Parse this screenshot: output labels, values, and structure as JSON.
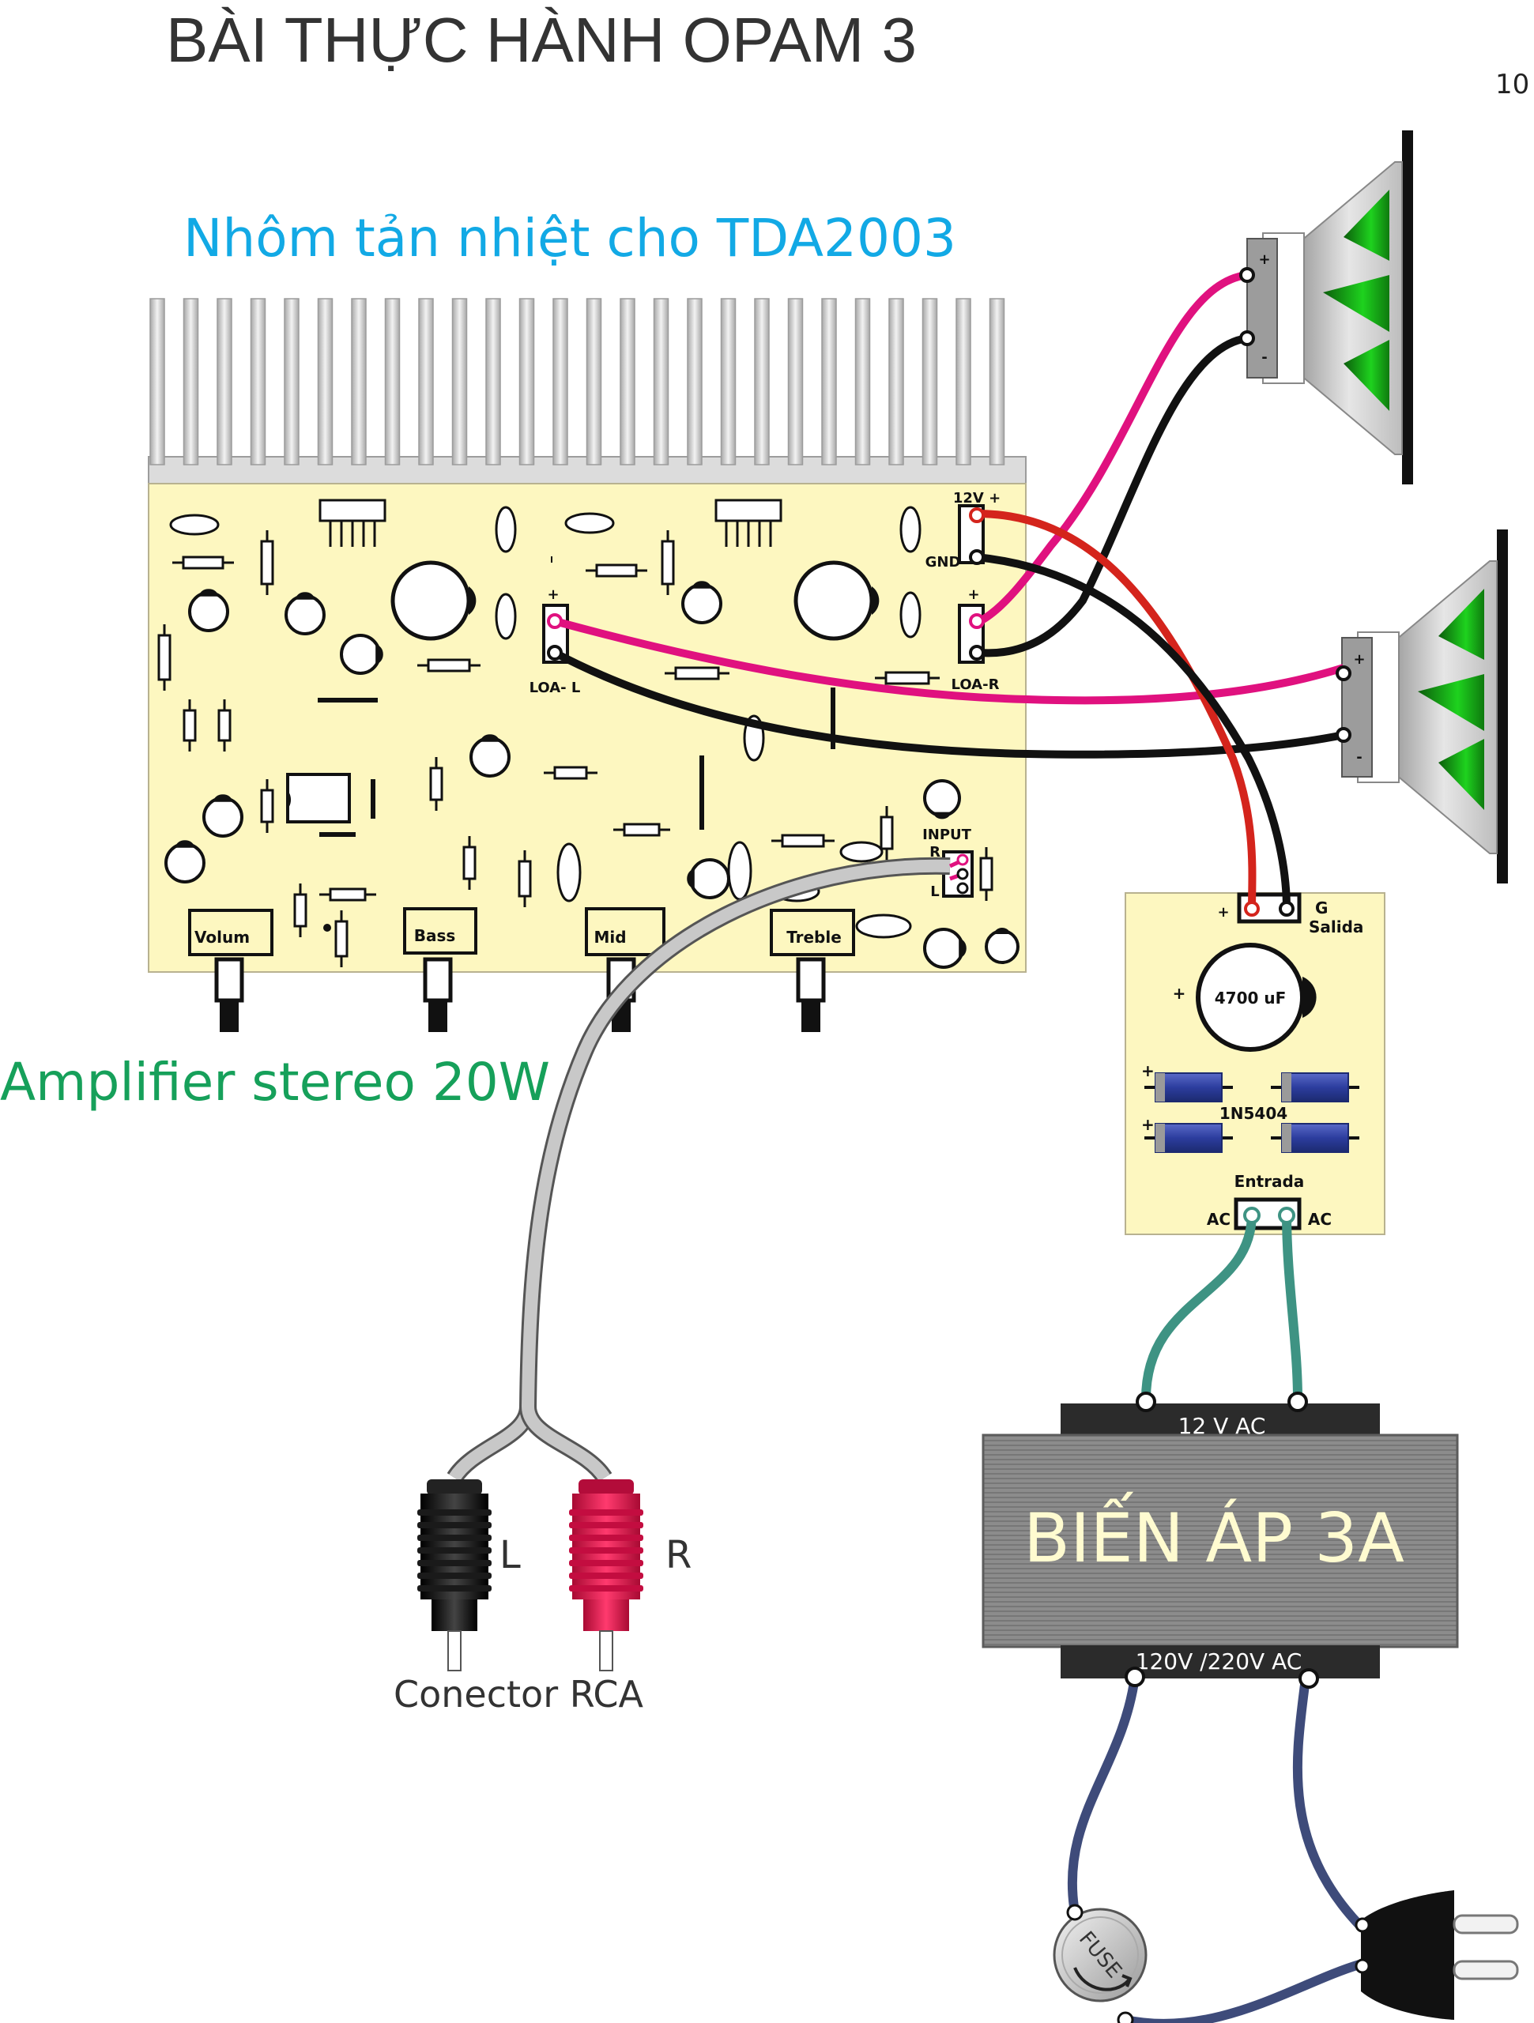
{
  "title": "BÀI THỰC HÀNH OPAM 3",
  "page_number": "10",
  "heatsink_label": "Nhôm tản nhiệt cho TDA2003",
  "amplifier_label": "Amplifier stereo 20W",
  "amp_board": {
    "power_top": "12V +",
    "gnd": "GND",
    "plus": "+",
    "loa_l": "LOA- L",
    "loa_r": "LOA-R",
    "input": "INPUT",
    "input_r": "R",
    "input_l": "L",
    "knobs": [
      "Volum",
      "Bass",
      "Mid",
      "Treble"
    ]
  },
  "speaker": {
    "plus": "+",
    "minus": "-"
  },
  "rca": {
    "left": "L",
    "right": "R",
    "caption": "Conector RCA"
  },
  "power_supply": {
    "plus": "+",
    "out_g": "G",
    "out_salida": "Salida",
    "capacitor": "4700 uF",
    "cap_plus": "+",
    "diode_plus": "+",
    "diode": "1N5404",
    "entrada": "Entrada",
    "ac_left": "AC",
    "ac_right": "AC"
  },
  "transformer": {
    "secondary": "12 V AC",
    "name": "BIẾN ÁP 3A",
    "primary": "120V /220V AC"
  },
  "fuse": "FUSE",
  "colors": {
    "board": "#fdf7c0",
    "heatsink": "#d9d9d9",
    "speaker_green": "#1ec81e",
    "wire_pink": "#e0117f",
    "wire_red": "#d4241c",
    "wire_black": "#111111",
    "wire_teal": "#3e9383",
    "wire_navy": "#3e4b7a",
    "rca_red": "#e2124a",
    "transformer_gray": "#8a8a8a",
    "diode_blue": "#2c3d9e"
  }
}
